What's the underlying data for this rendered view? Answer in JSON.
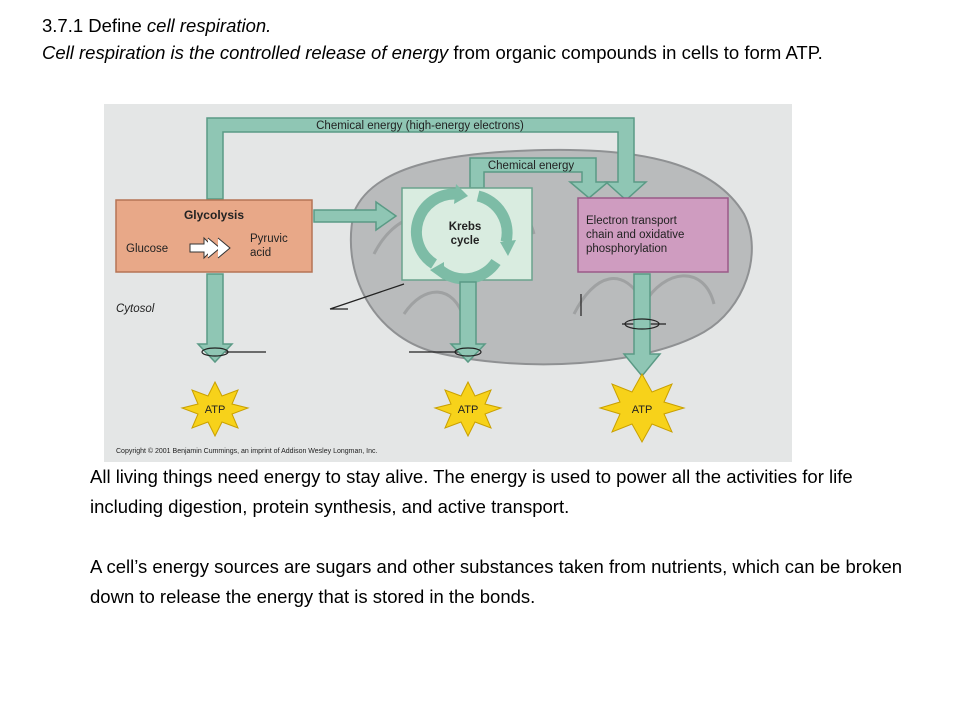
{
  "heading": {
    "line1_prefix": "3.7.1 Define ",
    "line1_italic": "cell respiration.",
    "line2_italic": "Cell respiration is the controlled release of energy",
    "line2_rest": " from organic compounds in cells to form ATP."
  },
  "diagram": {
    "top_arrow_label": "Chemical energy (high-energy electrons)",
    "inner_arrow_label": "Chemical energy",
    "glycolysis_title": "Glycolysis",
    "glucose": "Glucose",
    "pyruvic_line1": "Pyruvic",
    "pyruvic_line2": "acid",
    "krebs_line1": "Krebs",
    "krebs_line2": "cycle",
    "etc_line1": "Electron transport",
    "etc_line2": "chain and oxidative",
    "etc_line3": "phosphorylation",
    "cytosol": "Cytosol",
    "atp1": "ATP",
    "atp2": "ATP",
    "atp3": "ATP",
    "copyright": "Copyright © 2001 Benjamin Cummings, an imprint of Addison Wesley Longman, Inc.",
    "colors": {
      "background": "#e4e6e6",
      "mitochondrion": "#b9bbbc",
      "arrow": "#8fc6b4",
      "glycolysis_box": "#e8a888",
      "krebs_box": "#d9ece0",
      "etc_box": "#cf9cc0",
      "atp_star": "#f7d21a"
    }
  },
  "body": {
    "paragraph1": "All living things need energy to stay alive. The energy is used to power all the activities for life including digestion, protein synthesis, and active transport.",
    "paragraph2": "A cell’s energy sources are sugars and other substances taken from nutrients, which can be broken down to release the energy that is stored in the bonds."
  }
}
